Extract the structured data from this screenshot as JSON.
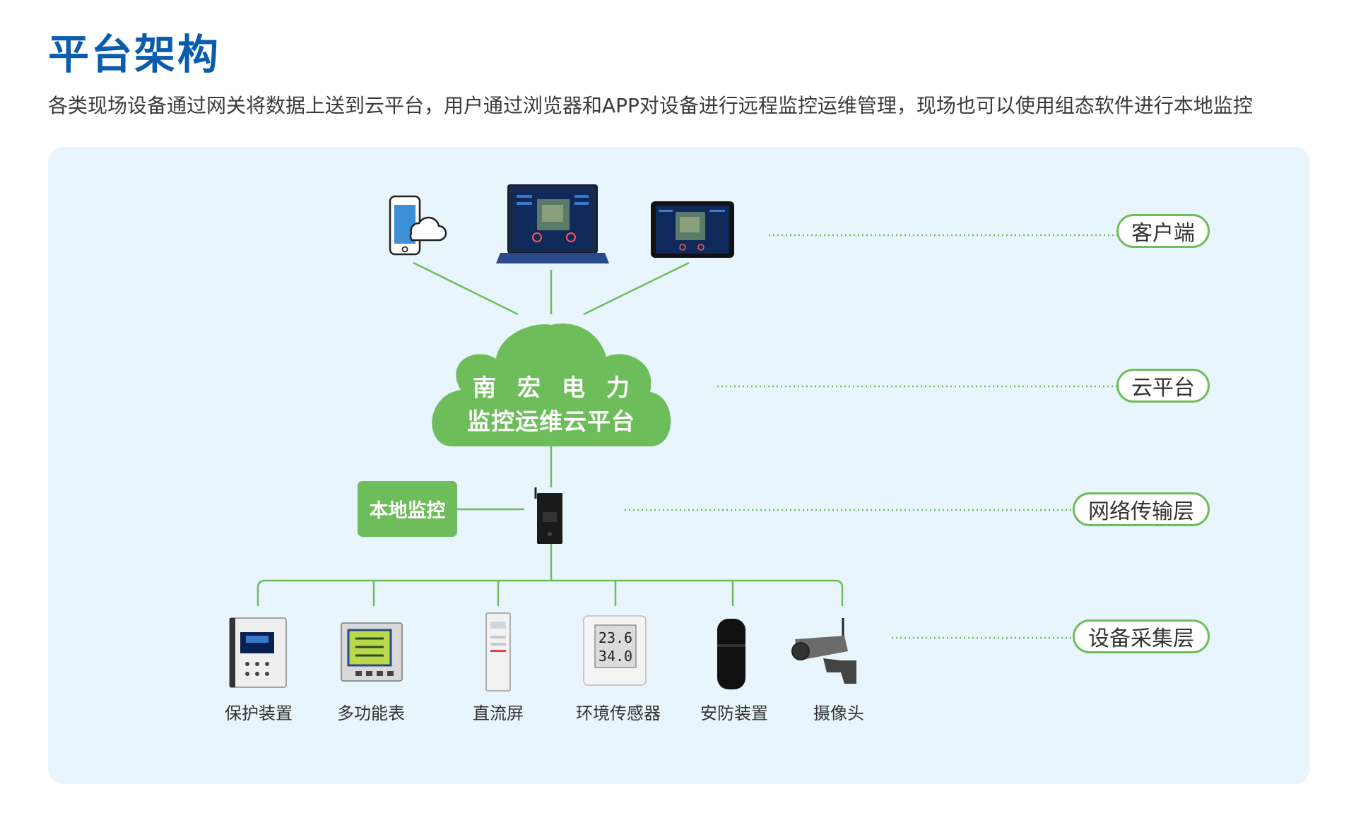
{
  "header": {
    "title": "平台架构",
    "subtitle": "各类现场设备通过网关将数据上送到云平台，用户通过浏览器和APP对设备进行远程监控运维管理，现场也可以使用组态软件进行本地监控"
  },
  "cloud": {
    "line1": "南宏电力",
    "line2": "监控运维云平台"
  },
  "local_monitor": "本地监控",
  "layers": {
    "client": "客户端",
    "cloud": "云平台",
    "network": "网络传输层",
    "device": "设备采集层"
  },
  "devices": [
    "保护装置",
    "多功能表",
    "直流屏",
    "环境传感器",
    "安防装置",
    "摄像头"
  ],
  "sensor_display": {
    "temp": "23.6",
    "humidity": "34.0"
  },
  "colors": {
    "title": "#0a5cad",
    "green": "#6dbd5a",
    "panel": "#e8f5fc"
  }
}
